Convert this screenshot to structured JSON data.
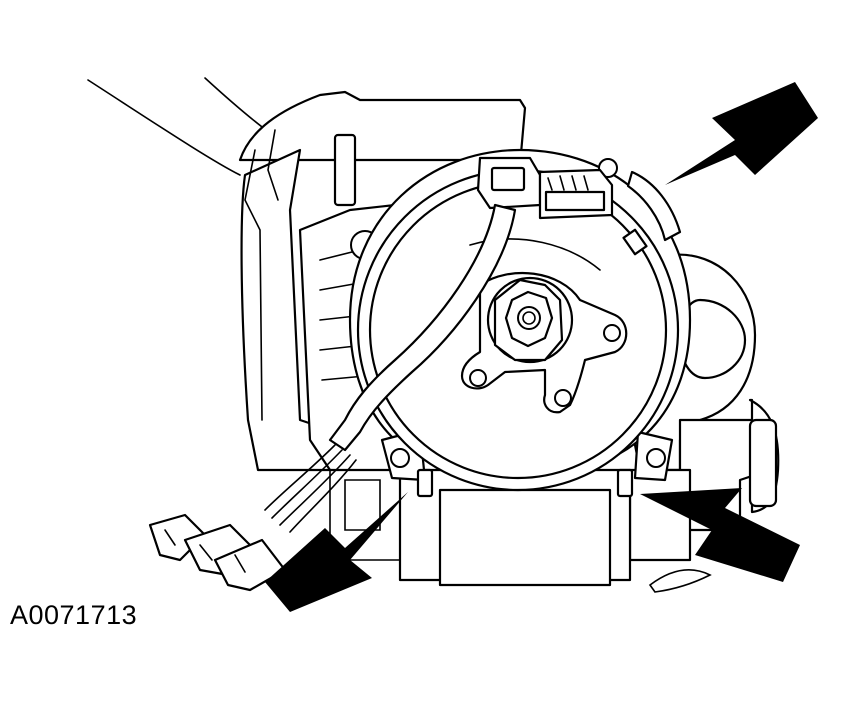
{
  "figure": {
    "caption": "A0071713",
    "colors": {
      "line": "#000000",
      "background": "#ffffff",
      "arrow": "#000000"
    },
    "arrows": [
      {
        "name": "arrow-upper-right",
        "points_to": "upper-right-retaining-clip"
      },
      {
        "name": "arrow-lower-left",
        "points_to": "lower-left-retaining-clip"
      },
      {
        "name": "arrow-lower-right",
        "points_to": "lower-right-retaining-clip"
      }
    ]
  }
}
